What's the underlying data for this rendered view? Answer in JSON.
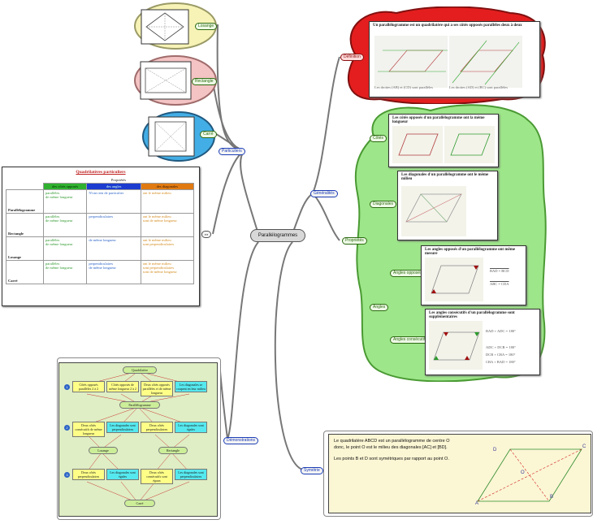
{
  "central": {
    "title": "Parallélogrammes"
  },
  "branches": {
    "particuliers": "Particuliers",
    "generalites": "Généralités",
    "demonstrations": "Démonstrations",
    "symetrie": "Symétrie"
  },
  "shapes": {
    "losange": "Losange",
    "rectangle": "Rectangle",
    "carre": "Carré"
  },
  "definition": {
    "label": "Définition",
    "text": "Un parallélogramme est un quadrilatère qui a ses côtés opposés parallèles deux à deux",
    "caption_left": "Les droites (AB) et (CD) sont parallèles",
    "caption_right": "Les droites (AD) et (BC) sont parallèles"
  },
  "proprietes": {
    "label": "Propriétés",
    "cotes": {
      "label": "Côtés",
      "title": "Les côtés opposés d'un parallélogramme ont la même longueur"
    },
    "diagonales": {
      "label": "Diagonales",
      "title": "Les diagonales d'un parallélogramme ont le même milieu"
    },
    "angles": {
      "label": "Angles"
    },
    "angles_opposes": {
      "label": "Angles opposés",
      "title": "Les angles opposés d'un parallélogramme ont même mesure",
      "eq1": "BAD = BCD",
      "eq2": "ABC = CDA"
    },
    "angles_consecutifs": {
      "label": "Angles consécutifs",
      "title": "Les angles consécutifs d'un parallélogramme sont supplémentaires",
      "eq1": "BAD + ADC = 180°",
      "eq2": "ADC + DCB = 180°",
      "eq3": "DCB + CBA = 180°",
      "eq4": "CBA + BAD = 180°"
    }
  },
  "quad_table": {
    "title": "Quadrilatères particuliers",
    "header_group": "Propriétés",
    "col1": "des côtés opposés",
    "col2": "des angles",
    "col3": "des diagonales",
    "rows": [
      {
        "name": "Parallélogramme",
        "c1": [
          "parallèles",
          "de même longueur"
        ],
        "c2": [
          "N'ont rien de particulier"
        ],
        "c3": [
          "ont le même milieu"
        ]
      },
      {
        "name": "Rectangle",
        "c1": [
          "parallèles",
          "de même longueur"
        ],
        "c2": [
          "perpendiculaires"
        ],
        "c3": [
          "ont le même milieu",
          "sont de même longueur"
        ]
      },
      {
        "name": "Losange",
        "c1": [
          "parallèles",
          "de même longueur"
        ],
        "c2": [
          "de même longueur"
        ],
        "c3": [
          "ont le même milieu",
          "sont perpendiculaires"
        ]
      },
      {
        "name": "Carré",
        "c1": [
          "parallèles",
          "de même longueur"
        ],
        "c2": [
          "perpendiculaires",
          "de même longueur"
        ],
        "c3": [
          "ont le même milieu",
          "sont perpendiculaires",
          "sont de même longueur"
        ]
      }
    ]
  },
  "demo": {
    "quadrilatere": "Quadrilatère",
    "parallelogramme": "Parallélogramme",
    "losange": "Losange",
    "rectangle": "Rectangle",
    "carre": "Carré",
    "row1": [
      "Côtés opposés parallèles 2 à 2",
      "Côtés opposés de même longueur 2 à 2",
      "Deux côtés opposés parallèles et de même longueur",
      "Les diagonales se coupent en leur milieu"
    ],
    "row2": [
      "Deux côtés consécutifs de même longueur",
      "Les diagonales sont perpendiculaires",
      "Deux côtés perpendiculaires",
      "Les diagonales sont égales"
    ],
    "row3": [
      "Deux côtés perpendiculaires",
      "Les diagonales sont égales",
      "Deux côtés consécutifs sont égaux",
      "Les diagonales sont perpendiculaires"
    ],
    "nums": [
      "1",
      "2",
      "3"
    ]
  },
  "symetrie_card": {
    "line1": "Le quadrilatère ABCD est un parallélogramme de centre O",
    "line2": "donc, le point O est le milieu des diagonales [AC] et [BD].",
    "line3": "Les points B et D sont symétriques par rapport au point O.",
    "points": [
      "A",
      "B",
      "C",
      "D",
      "O"
    ]
  },
  "colors": {
    "yellow_cloud": "#f7f3b6",
    "pink_cloud": "#f4c3c3",
    "blue_cloud": "#43aee6",
    "red_cloud": "#e41e1e",
    "green_cloud": "#9ee68a",
    "demo_bg": "#dfeec4",
    "symetrie_bg": "#fbf6d4"
  }
}
